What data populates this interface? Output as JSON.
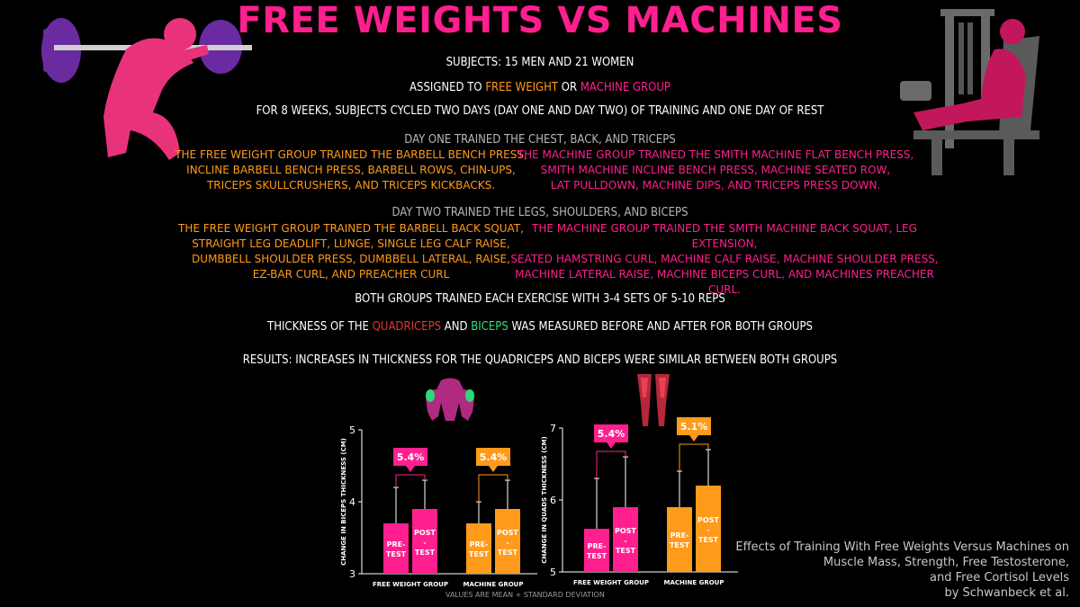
{
  "title": "FREE WEIGHTS VS MACHINES",
  "subjects": "SUBJECTS: 15 MEN AND 21 WOMEN",
  "assigned": {
    "prefix": "ASSIGNED TO ",
    "free": "FREE WEIGHT",
    "mid": " OR ",
    "machine": "MACHINE GROUP"
  },
  "schedule": "FOR 8 WEEKS, SUBJECTS CYCLED  TWO DAYS (DAY ONE AND DAY TWO) OF TRAINING AND ONE DAY OF REST",
  "day1": {
    "heading": "DAY ONE TRAINED THE CHEST, BACK, AND TRICEPS",
    "free": [
      "THE FREE WEIGHT GROUP TRAINED THE BARBELL BENCH PRESS,",
      "INCLINE BARBELL BENCH PRESS, BARBELL ROWS, CHIN-UPS,",
      "TRICEPS SKULLCRUSHERS, AND TRICEPS KICKBACKS."
    ],
    "machine": [
      "THE MACHINE GROUP TRAINED THE SMITH MACHINE FLAT BENCH PRESS,",
      "SMITH MACHINE INCLINE BENCH PRESS, MACHINE SEATED ROW,",
      "LAT PULLDOWN, MACHINE DIPS, AND TRICEPS PRESS DOWN."
    ]
  },
  "day2": {
    "heading": "DAY TWO TRAINED THE LEGS, SHOULDERS, AND BICEPS",
    "free": [
      "THE FREE WEIGHT GROUP TRAINED THE BARBELL BACK SQUAT,",
      "STRAIGHT LEG DEADLIFT, LUNGE, SINGLE LEG CALF RAISE,",
      "DUMBBELL SHOULDER PRESS, DUMBBELL LATERAL, RAISE,",
      "EZ-BAR CURL, AND PREACHER CURL"
    ],
    "machine": [
      "THE MACHINE GROUP TRAINED THE SMITH MACHINE BACK SQUAT, LEG EXTENSION,",
      "SEATED HAMSTRING CURL, MACHINE CALF RAISE, MACHINE SHOULDER PRESS,",
      "MACHINE LATERAL RAISE, MACHINE BICEPS CURL, AND MACHINES PREACHER CURL."
    ]
  },
  "sets": "BOTH GROUPS TRAINED EACH EXERCISE WITH 3-4 SETS OF 5-10 REPS",
  "thickness": {
    "prefix": "THICKNESS OF THE ",
    "quad": "QUADRICEPS",
    "mid": " AND ",
    "bic": "BICEPS",
    "suffix": " WAS MEASURED BEFORE AND AFTER FOR BOTH GROUPS"
  },
  "results": "RESULTS: INCREASES IN THICKNESS FOR THE QUADRICEPS AND BICEPS  WERE SIMILAR BETWEEN BOTH GROUPS",
  "credit": [
    "Effects of Training With Free Weights Versus Machines on",
    "Muscle Mass, Strength, Free Testosterone,",
    "and Free Cortisol Levels",
    "by Schwanbeck et al."
  ],
  "note": "VALUES ARE MEAN + STANDARD DEVIATION",
  "icons": [
    "barbell-squat-figure-icon",
    "leg-extension-machine-icon",
    "biceps-anatomy-icon",
    "quadriceps-anatomy-icon"
  ],
  "colors": {
    "title": "#ff1f8e",
    "free": "#ff1f8e",
    "machine": "#ff9a1a",
    "quad": "#e8352c",
    "bic": "#27e07a",
    "heading": "#b5b5b5"
  },
  "chart_data": [
    {
      "type": "bar",
      "ylabel": "CHANGE IN BICEPS THICKNESS (CM)",
      "ylim": [
        3,
        5
      ],
      "yticks": [
        "3",
        "4",
        "5"
      ],
      "categories": [
        "FREE WEIGHT GROUP",
        "MACHINE GROUP"
      ],
      "bar_labels": [
        [
          "PRE-",
          "TEST"
        ],
        [
          "POST",
          "-",
          "TEST"
        ]
      ],
      "groups": [
        {
          "name": "FREE WEIGHT GROUP",
          "color": "#ff1f8e",
          "pre": 3.7,
          "post": 3.9,
          "pre_sd_top": 4.2,
          "post_sd_top": 4.3,
          "change": "5.4%"
        },
        {
          "name": "MACHINE GROUP",
          "color": "#ff9a1a",
          "pre": 3.7,
          "post": 3.9,
          "pre_sd_top": 4.0,
          "post_sd_top": 4.3,
          "change": "5.4%"
        }
      ]
    },
    {
      "type": "bar",
      "ylabel": "CHANGE IN QUADS  THICKNESS (CM)",
      "ylim": [
        5,
        7
      ],
      "yticks": [
        "5",
        "6",
        "7"
      ],
      "categories": [
        "FREE WEIGHT GROUP",
        "MACHINE GROUP"
      ],
      "bar_labels": [
        [
          "PRE-",
          "TEST"
        ],
        [
          "POST",
          "-",
          "TEST"
        ]
      ],
      "groups": [
        {
          "name": "FREE WEIGHT GROUP",
          "color": "#ff1f8e",
          "pre": 5.6,
          "post": 5.9,
          "pre_sd_top": 6.3,
          "post_sd_top": 6.6,
          "change": "5.4%"
        },
        {
          "name": "MACHINE GROUP",
          "color": "#ff9a1a",
          "pre": 5.9,
          "post": 6.2,
          "pre_sd_top": 6.4,
          "post_sd_top": 6.7,
          "change": "5.1%"
        }
      ]
    }
  ]
}
